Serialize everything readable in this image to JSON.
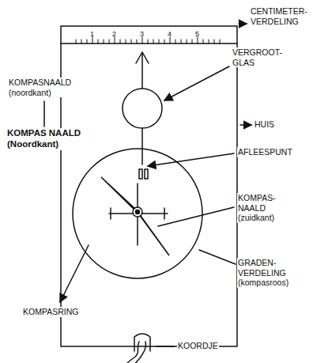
{
  "diagram": {
    "labels": [
      "CENTIMETER- VERDELING",
      "1",
      "2",
      "3",
      "4",
      "5",
      "VERGROOT- GLAS",
      "KOMPASNAALD (noordkant)",
      "HUIS",
      "AFLEESPUNT",
      "KOMPAS NAALD (Noordkant)",
      "KOMPAS- NAALD (zuidkant)",
      "GRADEN- VERDELING (kompasroos)",
      "KOMPASRING",
      "KOORDJE"
    ]
  }
}
